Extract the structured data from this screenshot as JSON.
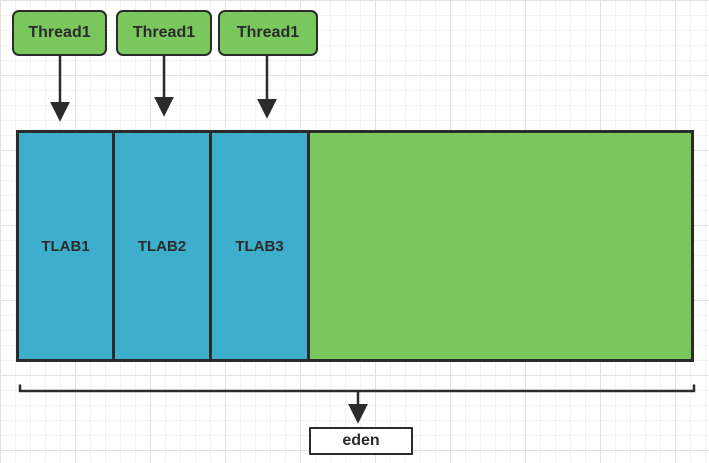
{
  "diagram": {
    "title_hint": "TLAB allocation inside eden space",
    "threads": [
      {
        "label": "Thread1"
      },
      {
        "label": "Thread1"
      },
      {
        "label": "Thread1"
      }
    ],
    "tlabs": [
      {
        "label": "TLAB1"
      },
      {
        "label": "TLAB2"
      },
      {
        "label": "TLAB3"
      }
    ],
    "eden_label": "eden"
  },
  "colors": {
    "thread-fill": "#7AC75E",
    "eden-fill": "#7AC75E",
    "tlab-fill": "#3DAECC",
    "stroke": "#2B2B2B",
    "text": "#2B2B2B",
    "background": "#FFFFFF",
    "grid-minor": "#F2F2F2",
    "grid-major": "#E2E2E2"
  }
}
